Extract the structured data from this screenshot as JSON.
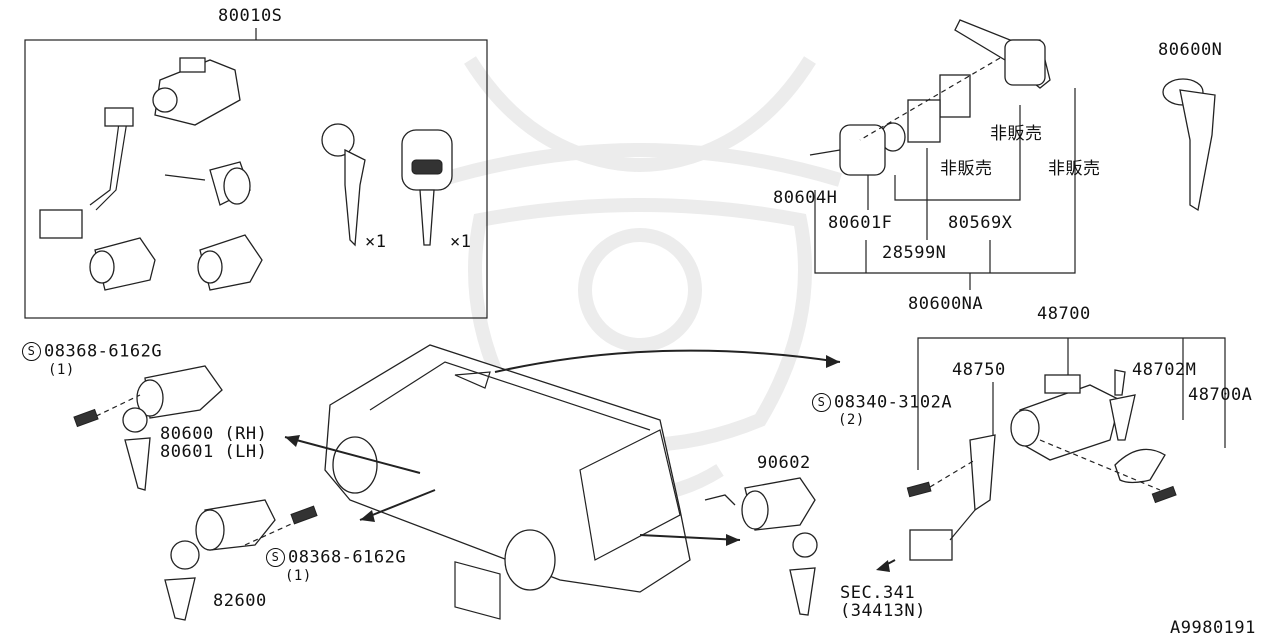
{
  "watermark": {
    "name": "samurai-helmet-watermark",
    "color": "#ececec"
  },
  "box_assembly": {
    "part_number": "80010S",
    "qty_key_1": "×1",
    "qty_key_2": "×1"
  },
  "keyfob_group": {
    "parts": {
      "screw": "80604H",
      "case": "80601F",
      "battery": "28599N",
      "board": "80569X",
      "assembly": "80600NA"
    },
    "not_for_sale": [
      "非販売",
      "非販売",
      "非販売"
    ]
  },
  "blank_key": {
    "part_number": "80600N"
  },
  "door_lock": {
    "screw_ref": "08368-6162G",
    "screw_qty": "(1)",
    "rh": "80600 (RH)",
    "lh": "80601 (LH)"
  },
  "slide_lock": {
    "screw_ref": "08368-6162G",
    "screw_qty": "(1)",
    "part_number": "82600"
  },
  "rear_lock": {
    "part_number": "90602"
  },
  "ignition": {
    "assembly": "48700",
    "switch": "48750",
    "bracket": "48702M",
    "cover": "48700A",
    "screw_ref": "08340-3102A",
    "screw_qty": "(2)"
  },
  "section_ref": {
    "line1": "SEC.341",
    "line2": "(34413N)"
  },
  "diagram_id": "A9980191",
  "symbols": {
    "screw_symbol": "S"
  }
}
